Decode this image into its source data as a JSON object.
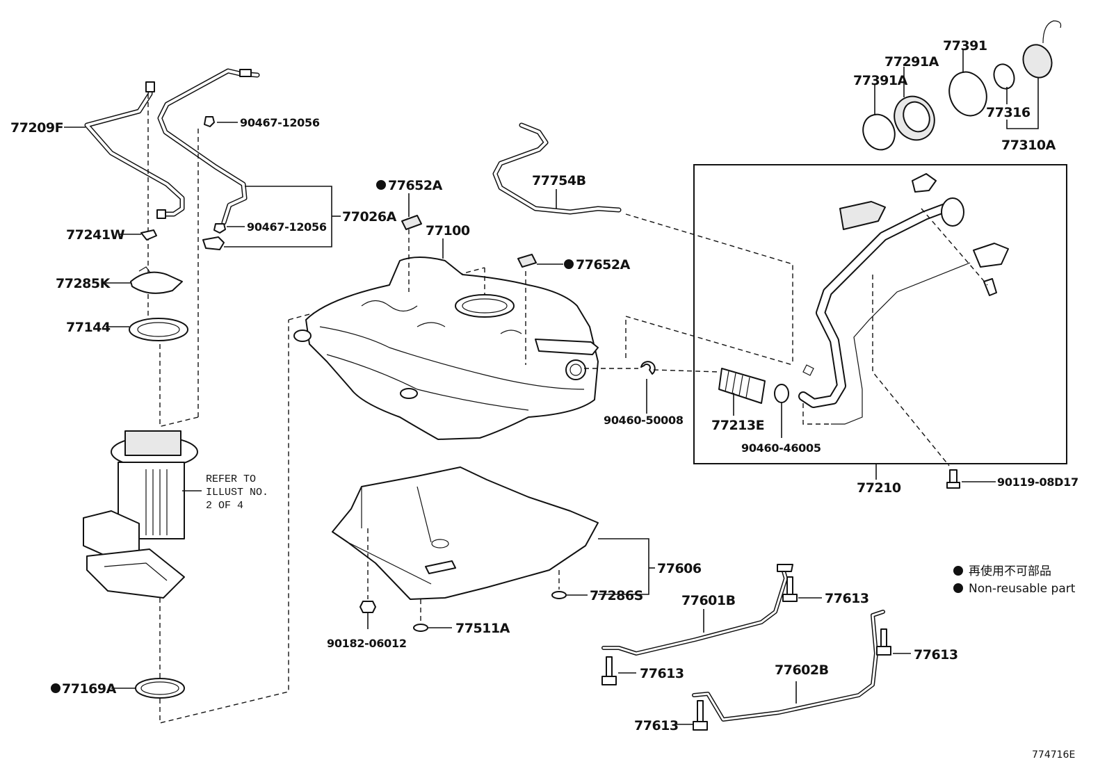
{
  "labels": {
    "p77209F": "77209F",
    "p90467_a": "90467-12056",
    "p90467_b": "90467-12056",
    "p77026A": "77026A",
    "p77241W": "77241W",
    "p77285K": "77285K",
    "p77144": "77144",
    "p77652A_a": "77652A",
    "p77652A_b": "77652A",
    "p77100": "77100",
    "p77754B": "77754B",
    "p77391": "77391",
    "p77291A": "77291A",
    "p77391A": "77391A",
    "p77316": "77316",
    "p77310A": "77310A",
    "p90460_50008": "90460-50008",
    "p77213E": "77213E",
    "p90460_46005": "90460-46005",
    "p77210": "77210",
    "p90119": "90119-08D17",
    "p77606": "77606",
    "p77286S": "77286S",
    "p77601B": "77601B",
    "p77613_a": "77613",
    "p77613_b": "77613",
    "p77613_c": "77613",
    "p77613_d": "77613",
    "p77602B": "77602B",
    "p90182": "90182-06012",
    "p77511A": "77511A",
    "p77169A": "77169A"
  },
  "note": {
    "line1": "REFER TO",
    "line2": "ILLUST NO.",
    "line3": "2 OF 4"
  },
  "legend": {
    "line_ja": "再使用不可部品",
    "line_en": "Non-reusable part"
  },
  "figure_code": "774716E"
}
